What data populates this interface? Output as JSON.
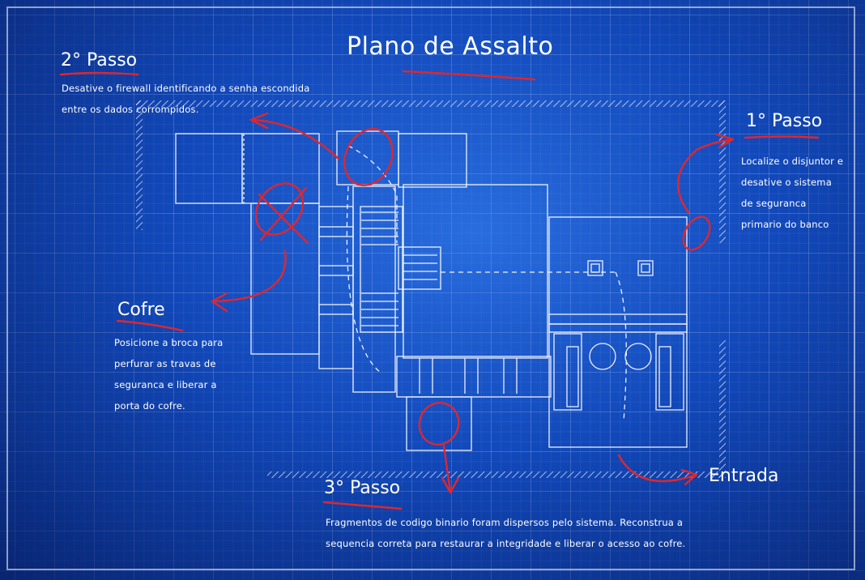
{
  "title": "Plano de Assalto",
  "steps": {
    "step2": {
      "heading": "2° Passo",
      "text": "Desative o firewall identificando a senha escondida entre os dados corrompidos."
    },
    "step1": {
      "heading": "1° Passo",
      "text": "Localize o disjuntor e desative o sistema de seguranca primario do banco"
    },
    "vault": {
      "heading": "Cofre",
      "text": "Posicione a broca para perfurar as travas de seguranca e liberar a porta do cofre."
    },
    "step3": {
      "heading": "3° Passo",
      "text": "Fragmentos de codigo binario foram dispersos pelo sistema. Reconstrua a sequencia correta para restaurar a integridade e liberar o acesso ao cofre."
    },
    "entrance": {
      "label": "Entrada"
    }
  },
  "colors": {
    "background": "#1147b8",
    "ink": "#ffffff",
    "marker": "#e0262e"
  }
}
